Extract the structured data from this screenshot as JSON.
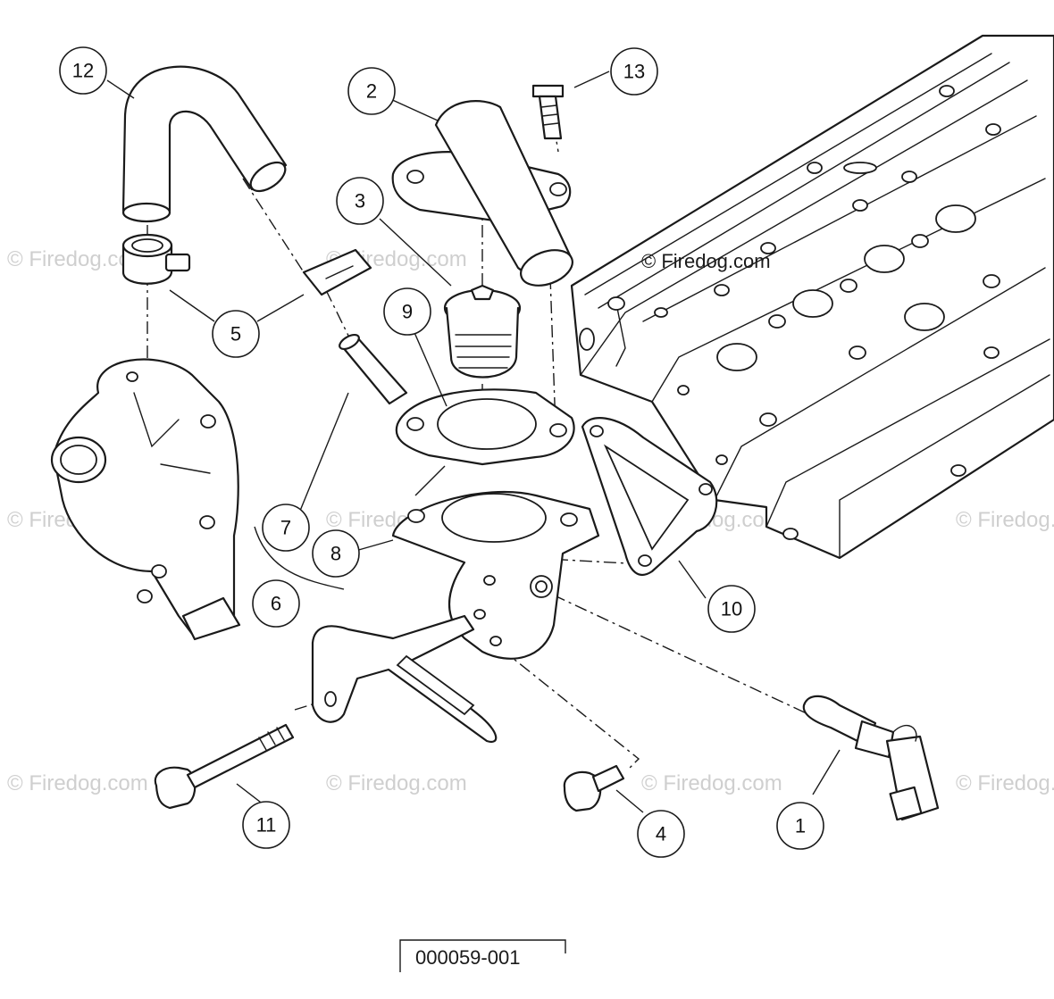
{
  "copyright": "© Firedog.com",
  "watermark": "© Firedog.com",
  "drawing_number": "000059-001",
  "callouts": {
    "c1": "1",
    "c2": "2",
    "c3": "3",
    "c4": "4",
    "c5": "5",
    "c6": "6",
    "c7": "7",
    "c8": "8",
    "c9": "9",
    "c10": "10",
    "c11": "11",
    "c12": "12",
    "c13": "13"
  }
}
